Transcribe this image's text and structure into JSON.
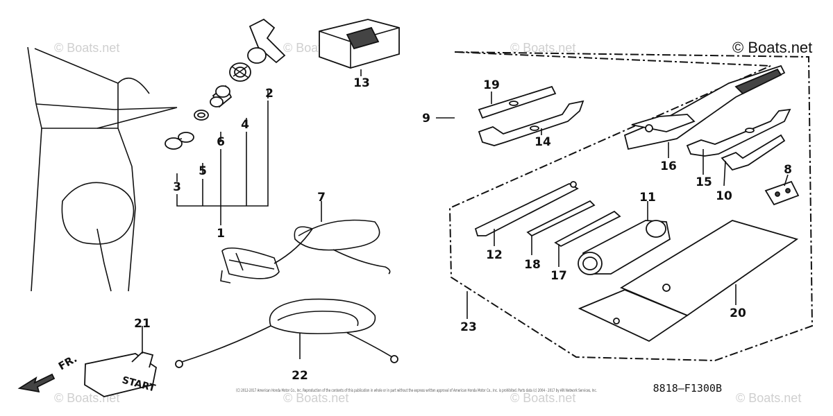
{
  "watermark": {
    "text": "© Boats.net",
    "header_text": "© Boats.net"
  },
  "diagram_code": "8818—F1300B",
  "direction_label": "FR.",
  "footer_notice": "(C) 2012-2017 American Honda Motor Co., Inc. Reproduction of the contents of this publication in whole or in part without the express written approval of American Honda Motor Co., Inc. is prohibited. Parts data (c) 2004 - 2017 by ARI Network Services, Inc.",
  "callouts": [
    "1",
    "2",
    "3",
    "4",
    "5",
    "6",
    "7",
    "8",
    "9",
    "10",
    "11",
    "12",
    "13",
    "14",
    "15",
    "16",
    "17",
    "18",
    "19",
    "20",
    "21",
    "22",
    "23"
  ]
}
